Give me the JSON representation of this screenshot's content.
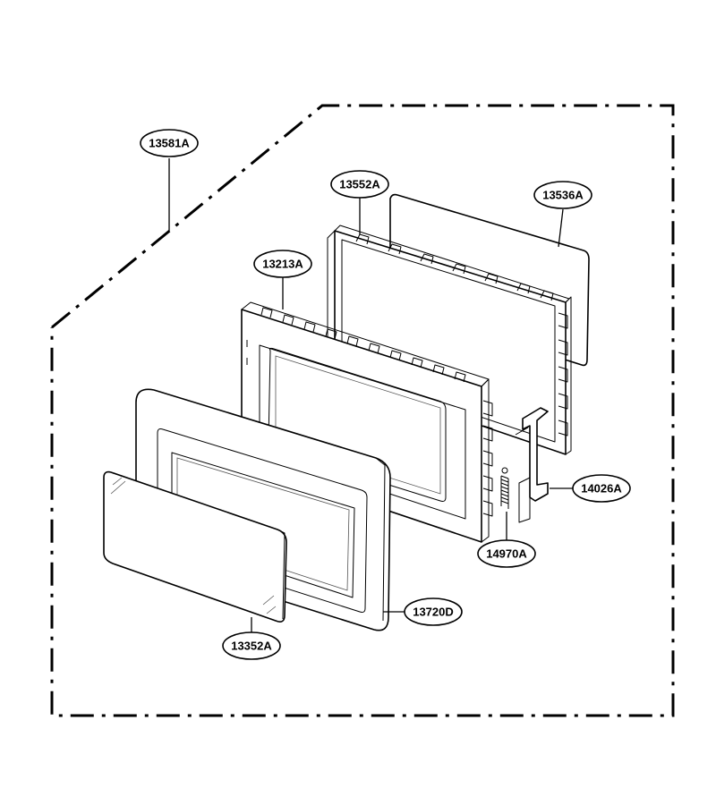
{
  "diagram": {
    "parts": [
      {
        "id": "frame",
        "callout": "13581A"
      },
      {
        "id": "rear-cover",
        "callout": "13552A"
      },
      {
        "id": "rear-panel",
        "callout": "13536A"
      },
      {
        "id": "door-frame",
        "callout": "13213A"
      },
      {
        "id": "latch-hook",
        "callout": "14026A"
      },
      {
        "id": "spring",
        "callout": "14970A"
      },
      {
        "id": "door-choke",
        "callout": "13720D"
      },
      {
        "id": "glass-front",
        "callout": "13352A"
      }
    ]
  }
}
